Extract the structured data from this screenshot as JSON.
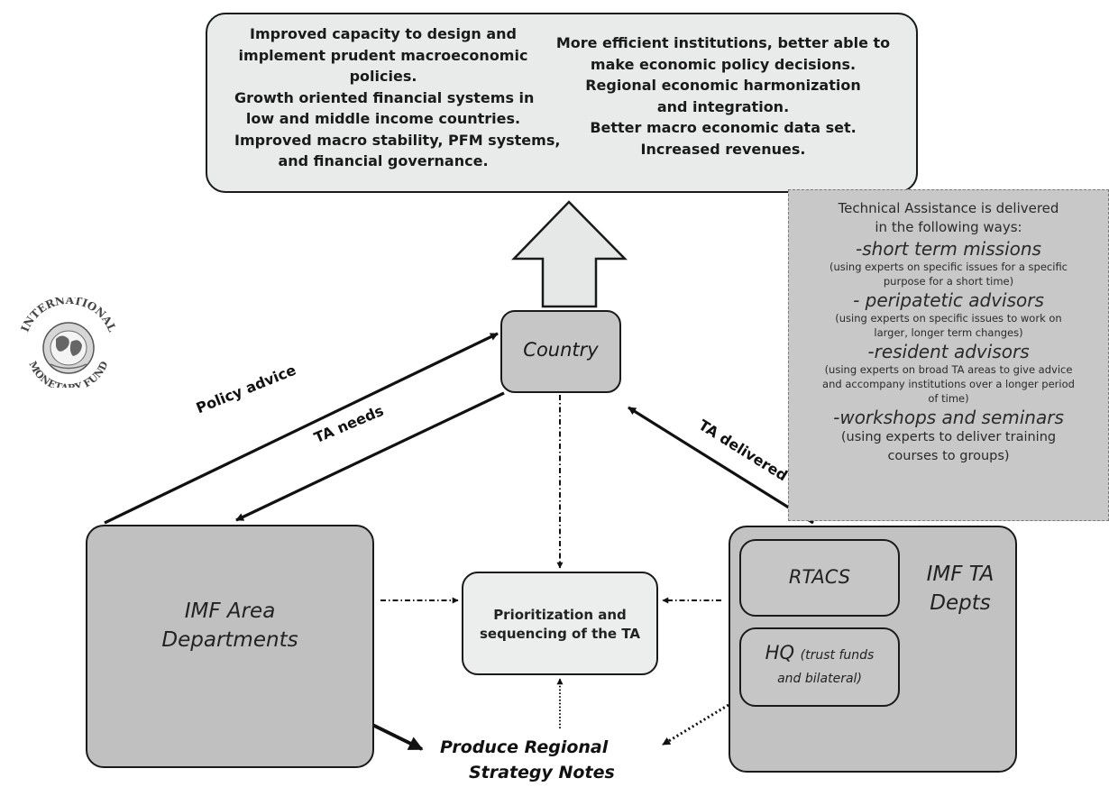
{
  "outcomes": {
    "left_lines": [
      "Improved capacity to design and",
      "implement prudent macroeconomic",
      "policies.",
      "Growth oriented financial systems in",
      "low and middle income countries.",
      "Improved macro stability, PFM systems,",
      "and financial governance."
    ],
    "right_lines": [
      "More efficient institutions,  better able to",
      "make economic policy decisions.",
      "Regional economic harmonization",
      "and integration.",
      "Better macro economic data set.",
      "Increased revenues."
    ]
  },
  "logo": {
    "icon": "imf-seal",
    "text_top": "INTERNATIONAL",
    "text_bottom": "MONETARY FUND"
  },
  "nodes": {
    "country": "Country",
    "area_line1": "IMF Area",
    "area_line2": "Departments",
    "prio_line1": "Prioritization and",
    "prio_line2": "sequencing of the TA",
    "rtacs": "RTACS",
    "hq_main": "HQ",
    "hq_note1": "(trust funds",
    "hq_note2": "and bilateral)",
    "tadepts_line1": "IMF TA",
    "tadepts_line2": "Depts",
    "rsn_line1": "Produce Regional",
    "rsn_line2": "Strategy Notes"
  },
  "edges": {
    "policy_advice": "Policy advice",
    "ta_needs": "TA needs",
    "ta_delivered": "TA delivered"
  },
  "ta_panel": {
    "intro_line1": "Technical Assistance is delivered",
    "intro_line2": "in the following ways:",
    "items": [
      {
        "heading": "-short term missions",
        "desc1": "(using experts on specific issues for a specific",
        "desc2": "purpose for a short time)"
      },
      {
        "heading": "- peripatetic advisors",
        "desc1": "(using experts on specific issues to work on",
        "desc2": "larger, longer term changes)"
      },
      {
        "heading": "-resident advisors",
        "desc1": "(using experts on broad TA areas to give advice",
        "desc2": "and accompany institutions over a longer period",
        "desc3": "of time)"
      },
      {
        "heading": "-workshops and seminars",
        "desc1": "(using experts to deliver training",
        "desc2": "courses to groups)"
      }
    ]
  }
}
